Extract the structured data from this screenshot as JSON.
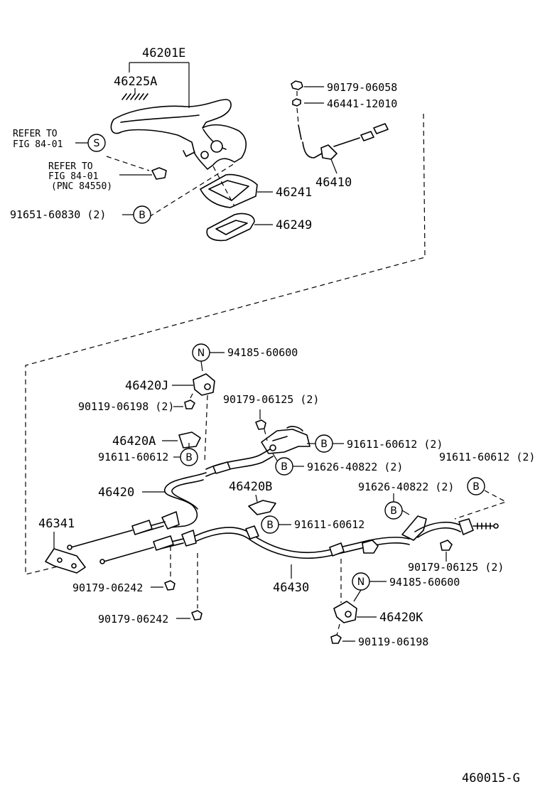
{
  "diagram": {
    "labels": {
      "p46201E": "46201E",
      "p46225A": "46225A",
      "refer_s_1": "REFER TO",
      "refer_s_2": "FIG 84-01",
      "refer_p_1": "REFER TO",
      "refer_p_2": "FIG 84-01",
      "refer_p_3": "(PNC 84550)",
      "p91651": "91651-60830 (2)",
      "p46241": "46241",
      "p46249": "46249",
      "p90179_06058": "90179-06058",
      "p46441": "46441-12010",
      "p46410": "46410",
      "p94185_a": "94185-60600",
      "p46420J": "46420J",
      "p90119_06198_2": "90119-06198 (2)",
      "p90179_06125_2a": "90179-06125 (2)",
      "p91611_b1": "91611-60612 (2)",
      "p46420A": "46420A",
      "p91611_left": "91611-60612",
      "p91626_a": "91626-40822 (2)",
      "p91611_right": "91611-60612 (2)",
      "p46420": "46420",
      "p46420B": "46420B",
      "p91611_mid": "91611-60612",
      "p91626_b": "91626-40822 (2)",
      "p46341": "46341",
      "p90179_06125_2b": "90179-06125 (2)",
      "p90179_06242_a": "90179-06242",
      "p46430": "46430",
      "p94185_b": "94185-60600",
      "p90179_06242_b": "90179-06242",
      "p46420K": "46420K",
      "p90119_06198": "90119-06198",
      "footer_code": "460015-G"
    },
    "markers": {
      "s": "S",
      "b": "B",
      "n": "N"
    }
  }
}
